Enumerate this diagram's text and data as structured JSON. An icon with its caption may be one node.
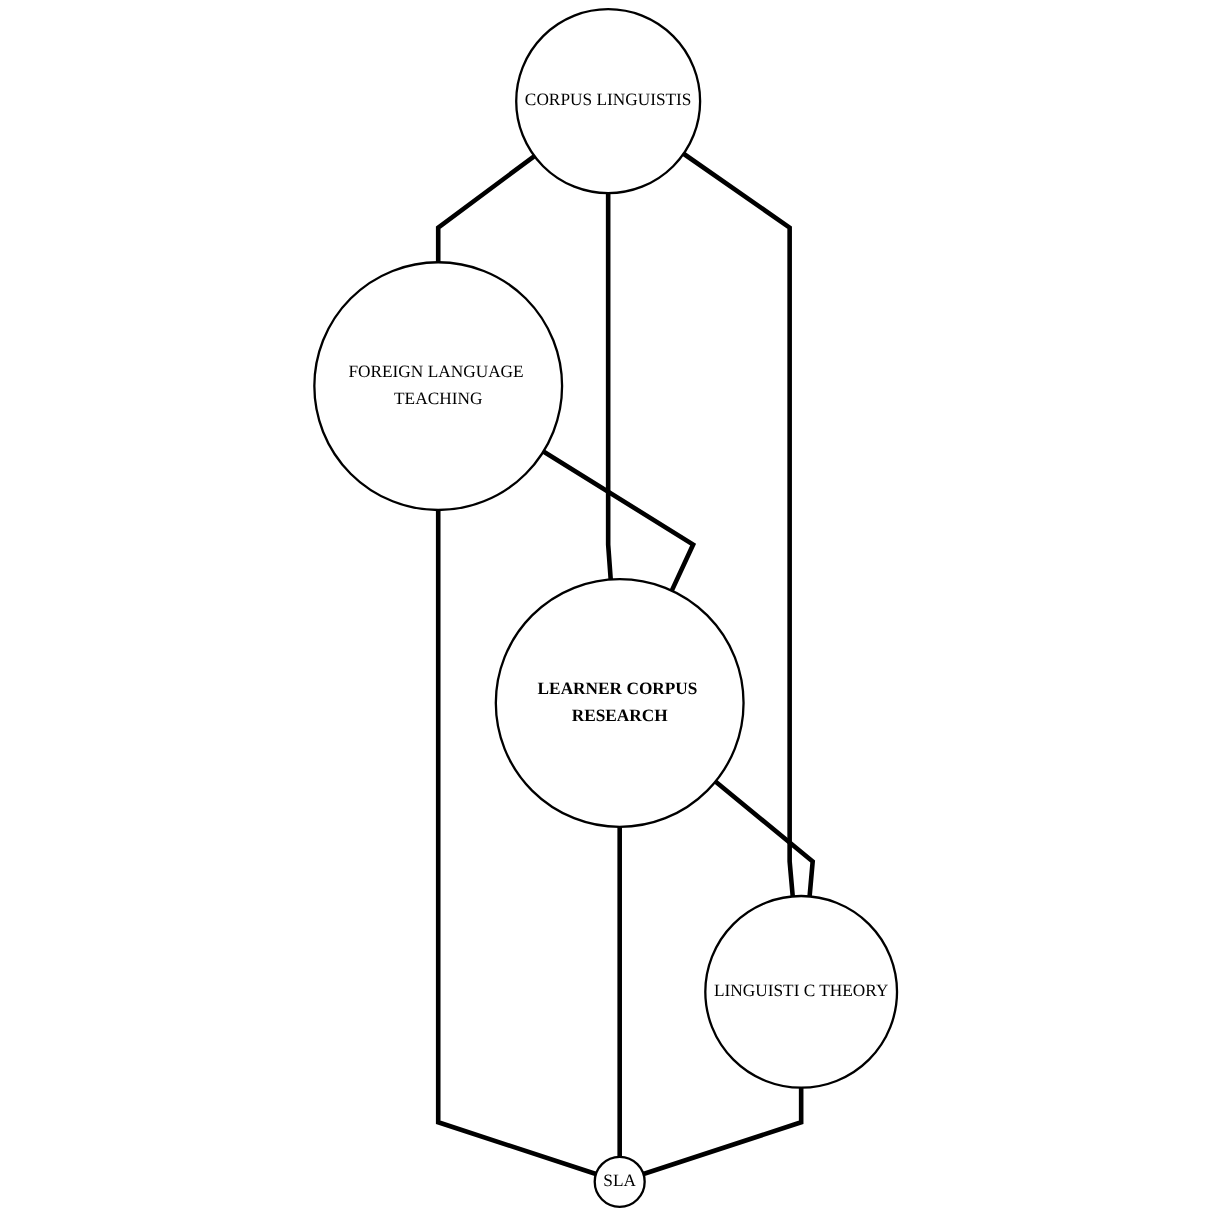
{
  "diagram": {
    "nodes": [
      {
        "text": [
          "CORPUS LINGUISTIS"
        ]
      },
      {
        "text": [
          "FOREIGN LANGUAGE TEACHING"
        ]
      },
      {
        "text": [
          "LEARNER CORPUS RESEARCH"
        ]
      },
      {
        "text": [
          "LINGUISTI C THEORY"
        ]
      },
      {
        "text": [
          "SLA"
        ]
      }
    ],
    "edges": [
      {
        "from": 0,
        "to": 1,
        "arrow": "none"
      },
      {
        "from": 0,
        "to": 2,
        "arrow": "none"
      },
      {
        "from": 0,
        "to": 3,
        "arrow": "none"
      },
      {
        "from": 1,
        "to": 2,
        "arrow": "none"
      },
      {
        "from": 2,
        "to": 3,
        "arrow": "none"
      },
      {
        "from": 1,
        "to": 4,
        "arrow": "none"
      },
      {
        "from": 2,
        "to": 4,
        "arrow": "none"
      },
      {
        "from": 3,
        "to": 4,
        "arrow": "none"
      }
    ]
  }
}
